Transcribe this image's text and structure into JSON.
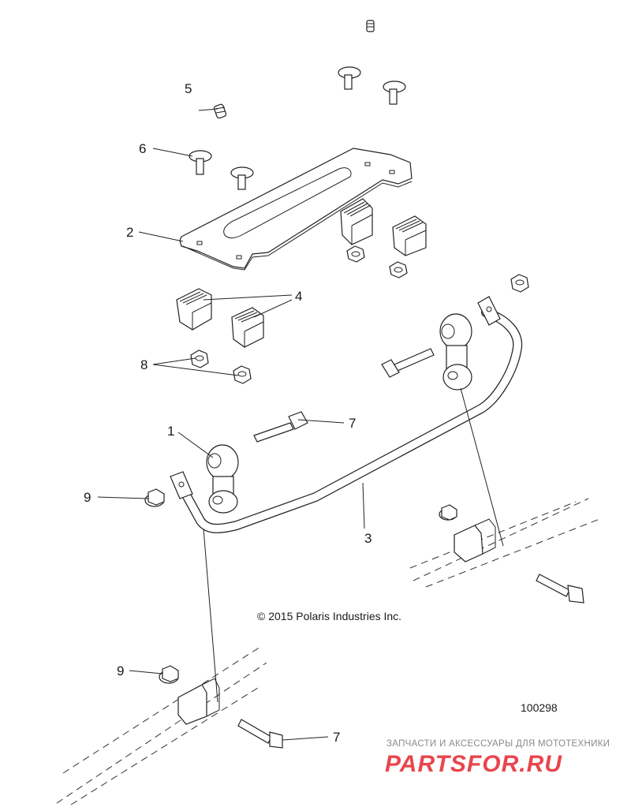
{
  "diagram": {
    "callouts": [
      {
        "id": "1",
        "text": "1"
      },
      {
        "id": "2",
        "text": "2"
      },
      {
        "id": "3",
        "text": "3"
      },
      {
        "id": "4",
        "text": "4"
      },
      {
        "id": "5",
        "text": "5"
      },
      {
        "id": "6",
        "text": "6"
      },
      {
        "id": "7a",
        "text": "7"
      },
      {
        "id": "7b",
        "text": "7"
      },
      {
        "id": "8",
        "text": "8"
      },
      {
        "id": "9a",
        "text": "9"
      },
      {
        "id": "9b",
        "text": "9"
      }
    ],
    "copyright": "© 2015 Polaris Industries Inc.",
    "figure_code": "100298"
  },
  "watermark": {
    "tagline": "ЗАПЧАСТИ И АКСЕССУАРЫ ДЛЯ МОТОТЕХНИКИ",
    "brand": "PARTSFOR.RU",
    "brand_color": "#e8464d"
  }
}
